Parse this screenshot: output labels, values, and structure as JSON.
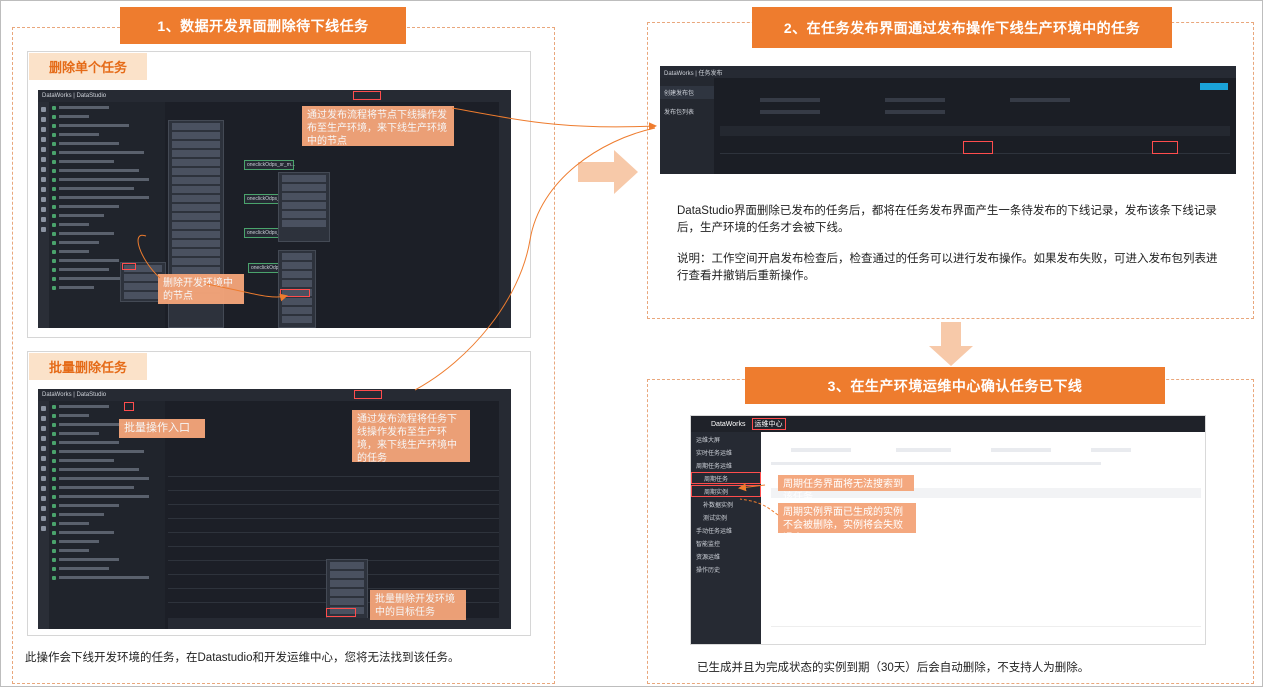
{
  "steps": [
    {
      "label": "1、数据开发界面删除待下线任务"
    },
    {
      "label": "2、在任务发布界面通过发布操作下线生产环境中的任务"
    },
    {
      "label": "3、在生产环境运维中心确认任务已下线"
    }
  ],
  "panel1": {
    "single_tag": "删除单个任务",
    "batch_tag": "批量删除任务",
    "callout_publish_single": "通过发布流程将节点下线操作发布至生产环境，来下线生产环境中的节点",
    "callout_delete_dev": "删除开发环境中的节点",
    "callout_batch_entry": "批量操作入口",
    "callout_publish_batch": "通过发布流程将任务下线操作发布至生产环境，来下线生产环境中的任务",
    "callout_batch_delete": "批量删除开发环境中的目标任务",
    "caption": "此操作会下线开发环境的任务，在Datastudio和开发运维中心，您将无法找到该任务。",
    "shot_top_a": "DataWorks | DataStudio",
    "shot_top_b": "DataWorks | DataStudio",
    "node_labels": [
      "oneclickOdps_sr_m...",
      "oneclickOdps_sr_m...",
      "oneclickOdps_...",
      "oneclickOdps_..."
    ]
  },
  "panel2": {
    "shot_top": "DataWorks | 任务发布",
    "shot_sidebar": [
      "创建发布包",
      "发布包列表"
    ],
    "caption_1": "DataStudio界面删除已发布的任务后，都将在任务发布界面产生一条待发布的下线记录，发布该条下线记录后，生产环境的任务才会被下线。",
    "caption_2": "说明：工作空间开启发布检查后，检查通过的任务可以进行发布操作。如果发布失败，可进入发布包列表进行查看并撤销后重新操作。"
  },
  "panel3": {
    "shot_top": "DataWorks",
    "shot_top_module": "运维中心",
    "shot_sidebar": [
      "运维大屏",
      "实时任务运维",
      "周期任务运维",
      "周期任务",
      "周期实例",
      "补数据实例",
      "测试实例",
      "手动任务运维",
      "智能监控",
      "资源运维",
      "操作历史"
    ],
    "callout_task": "周期任务界面将无法搜索到该任务",
    "callout_instance": "周期实例界面已生成的实例不会被删除，实例将会失败退出。",
    "caption": "已生成并且为完成状态的实例到期（30天）后会自动删除，不支持人为删除。"
  },
  "colors": {
    "accent": "#ee7c2e",
    "tag_bg": "#fbe2c9",
    "callout": "#f4a57a",
    "dashed": "#e9a77c"
  }
}
